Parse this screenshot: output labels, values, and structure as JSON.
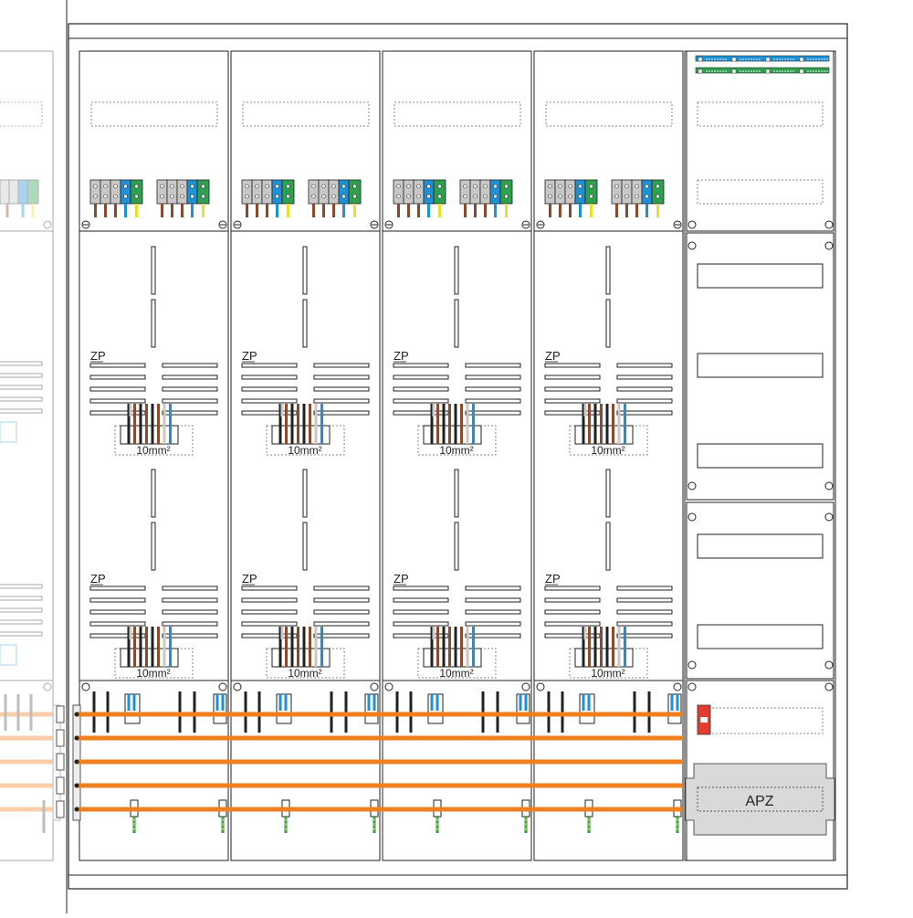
{
  "colors": {
    "frame": "#222222",
    "faded": "#bfbfbf",
    "busbar": "#f07f1e",
    "busbar_faded": "#f8c9a0",
    "brown": "#8b4a2b",
    "blue": "#1e90d6",
    "green": "#2e9e4f",
    "yellow": "#e8e02a",
    "grey_terminal": "#c8c8c8",
    "apz_fill": "#d9d9d9",
    "fuse_red": "#e23b32",
    "dotted": "#8a8a8a"
  },
  "meter_columns": [
    {
      "upper_label": "ZP",
      "upper_cross_section": "10mm²",
      "lower_label": "ZP",
      "lower_cross_section": "10mm²"
    },
    {
      "upper_label": "ZP",
      "upper_cross_section": "10mm²",
      "lower_label": "ZP",
      "lower_cross_section": "10mm²"
    },
    {
      "upper_label": "ZP",
      "upper_cross_section": "10mm²",
      "lower_label": "ZP",
      "lower_cross_section": "10mm²"
    },
    {
      "upper_label": "ZP",
      "upper_cross_section": "10mm²",
      "lower_label": "ZP",
      "lower_cross_section": "10mm²"
    }
  ],
  "right_column": {
    "apz_label": "APZ"
  },
  "busbar_count": 5
}
